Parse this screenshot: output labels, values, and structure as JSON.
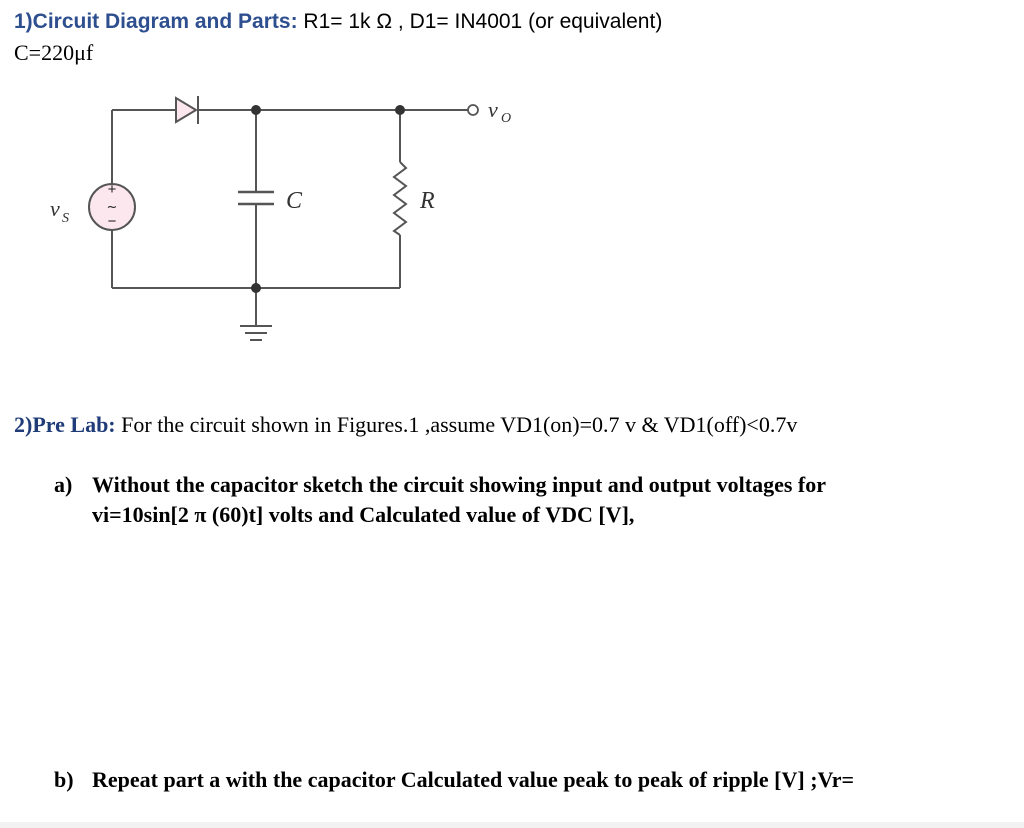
{
  "section1": {
    "label": "1)Circuit Diagram and Parts:",
    "parts": "R1= 1k Ω , D1= IN4001 (or equivalent)",
    "capacitor": "C=220μf"
  },
  "circuit": {
    "source_label": "v",
    "source_sub": "S",
    "capacitor_label": "C",
    "resistor_label": "R",
    "output_label": "v",
    "output_sub": "O",
    "source_plus": "+",
    "source_minus": "−"
  },
  "section2": {
    "label": "2)Pre Lab:",
    "text": " For the circuit shown in Figures.1 ,assume VD1(on)=0.7 v  & VD1(off)<0.7v"
  },
  "question_a": {
    "marker": "a)",
    "line1": "Without the capacitor sketch the circuit showing input and output voltages for",
    "line2": "vi=10sin[2 π (60)t] volts  and Calculated value of VDC [V],"
  },
  "question_b": {
    "marker": "b)",
    "text": "Repeat part a with the capacitor Calculated value peak to peak of  ripple [V] ;Vr="
  }
}
